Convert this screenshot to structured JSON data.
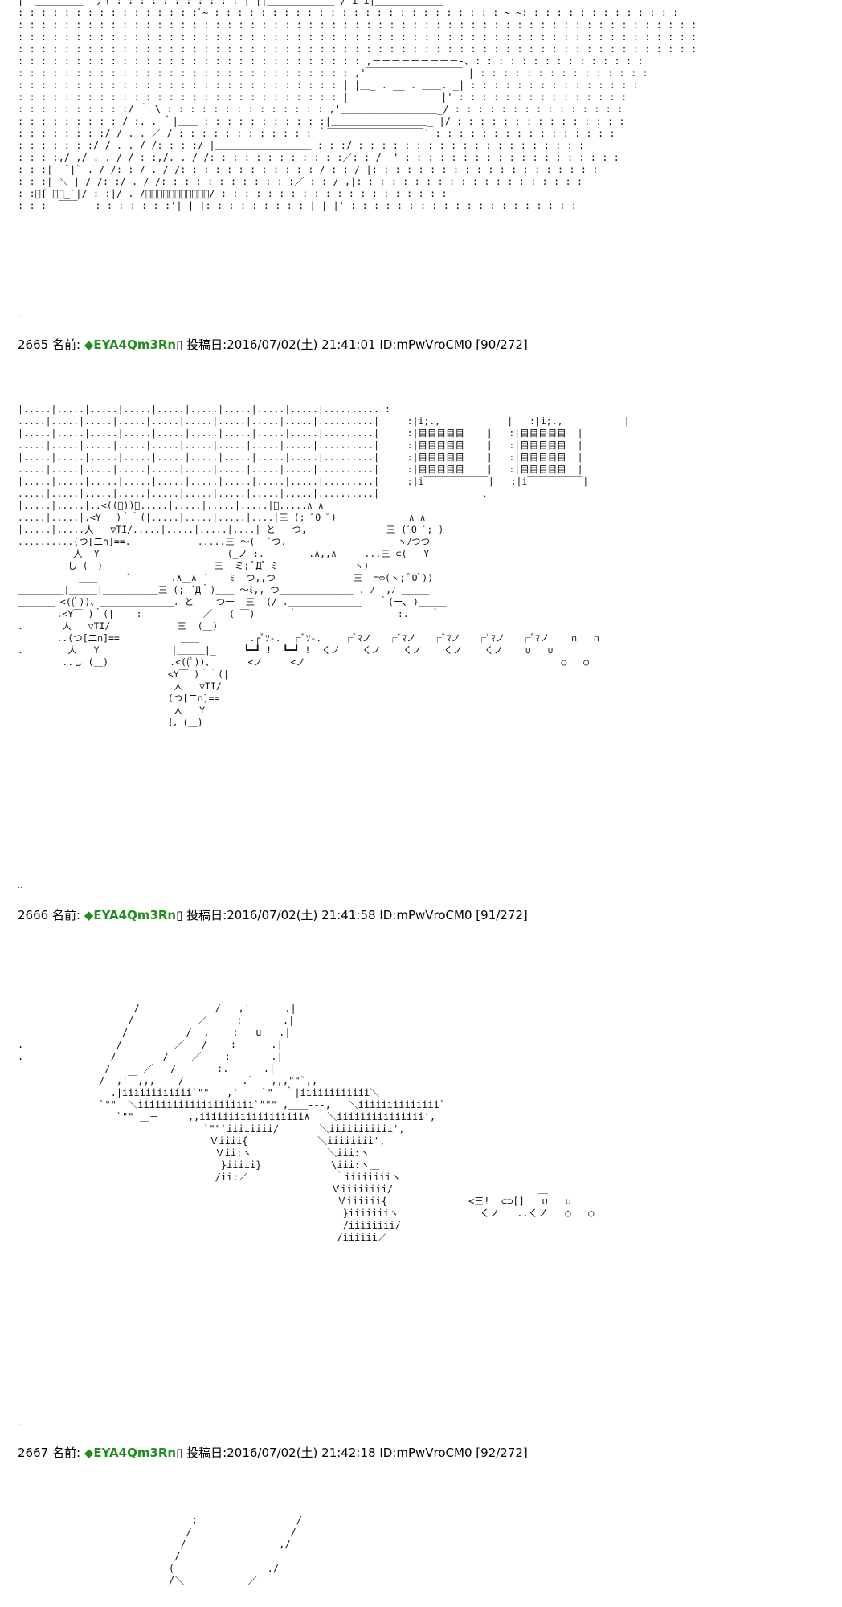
{
  "posts": [
    {
      "number": "2665",
      "name_label": "名前:",
      "trip": "◆EYA4Qm3Rn",
      "sep": "▯",
      "date_label": "投稿日:",
      "date": "2016/07/02(土) 21:41:01",
      "id": "ID:mPwVroCM0",
      "count": "[90/272]"
    },
    {
      "number": "2666",
      "name_label": "名前:",
      "trip": "◆EYA4Qm3Rn",
      "sep": "▯",
      "date_label": "投稿日:",
      "date": "2016/07/02(土) 21:41:58",
      "id": "ID:mPwVroCM0",
      "count": "[91/272]"
    },
    {
      "number": "2667",
      "name_label": "名前:",
      "trip": "◆EYA4Qm3Rn",
      "sep": "▯",
      "date_label": "投稿日:",
      "date": "2016/07/02(土) 21:42:18",
      "id": "ID:mPwVroCM0",
      "count": "[92/272]"
    }
  ],
  "art": {
    "block1": "|  ＿＿＿＿＿_|丿!_: : : : : : : : : : : |_||＿＿＿＿＿＿＿_/ i i|＿＿＿＿＿＿＿\n: : : : : : : : : : : : : : : :ﾞ~ : : : : : : : : : : : : : : : : : : : : : : : : : ~ ~: : : : : : : : : : : : : :\n: : : : : : : : : : : : : : : : : : : : : : : : : : : : : : : : : : : : : : : : : : : : : : : : : : : : : : : : : : :\n: : : : : : : : : : : : : : : : : : : : : : : : : : : : : : : : : : : : : : : : : : : : : : : : : : : : : : : : : : :\n: : : : : : : : : : : : : : : : : : : : : : : : : : : : : : : : : : : : : : : : : : : : : : : : : : : : : : : : : : :\n: : : : : : : : : : : : : : : : : : : : : : : : : : : : : : ,－－－－－－－－－-､ : : : : : : : : : : : : : : :\n: : : : : : : : : : : : : : : : : : : : : : : : : : : : : ,'￣￣￣￣￣￣￣￣￣￣ | : : : : : : : : : : : : : : :\n: : : : : : : : : : : : : : : : : : : : : : : : : : : : | |＿_ . __ . ＿＿. _| : : : : : : : : : : : : : : :\n: : : : : : : : : : : : : : : : : : : : : : : : : : : : |￣￣￣￣￣￣￣￣￣ |' : : : : : : : : : : : : : : :\n: : : : : : : : : :/ ｀ \\ : : : : : : : : : : : : : : ,'＿＿＿＿＿＿＿＿＿＿_/ : : : : : : : : : : : : : : :\n: : : : : : : : : / :. . ｀|＿＿ : : : : : : : : : : :|＿＿＿＿＿＿＿＿＿＿_ |/ : : : : : : : : : : : : : : :\n: : : : : : : :/ / . . ／ / : : : : : : : : : : : : ｀￣￣￣￣￣￣￣￣￣￣´ : : : : : : : : : : : : : : : :\n: : : : : : :/ / . . / /: : : :/ |＿＿＿＿＿＿＿＿＿＿ : : :/ : : : : : : : : : : : : : : : : : : : :\n: : : :,/ ,/ . . / / : :,/. . / /: : : : : : : : : : : :／: : / |' : : : : : : : : : : : : : : : : : : :\n: : :|  ̄ |` . / /: : / . / /: : : : : : : : : : : : / : : / |: : : : : : : : : : : : : : : : : : : :\n: : :| ＼ | / /: :/ . / /: : : : : : : : : : : :／ : : / ,|: : : : : : : : : : : : : : : : : : : :\n: :ﾞ{ ＿＿_`|/ : :|/ . /＿＿＿＿＿＿＿＿＿＿＿/ : : : : : : : : : : : : : : : : : : : :\n: : :  ￣￣   : : : : : : :'|_|_|: : : : : : : : : |_|_|' : : : : : : : : : : : : : : : : : : : :",
    "block2": "|.....|.....|.....|.....|.....|.....|.....|.....|.....|..........|:\n.....|.....|.....|.....|.....|.....|.....|.....|.....|..........|     :|i;.,            |   :|i;.,           |\n|.....|.....|.....|.....|.....|.....|.....|.....|.....|.........|     :|目目目目目    |   :|目目目目目  |\n.....|.....|.....|.....|.....|.....|.....|.....|.....|..........|     :|目目目目目    |   :|目目目目目  |\n|.....|.....|.....|.....|.....|.....|.....|.....|.....|.........|     :|目目目目目    |   :|目目目目目  |\n.....|.....|.....|.....|.....|.....|.....|.....|.....|..........|     :|目目目目目    |   :|目目目目目  |\n|.....|.....|.....|.....|.....|.....|.....|.....|.....|.........|     :|i￣￣￣￣￣￣￣|   :|i￣￣￣￣￣￣|\n.....|.....|.....|.....|.....|.....|.....|.....|.....|..........|      ￣￣￣￣￣￣￣ 、     ￣￣￣￣￣￣\n|.....|.....|..<((ﾟ))、.....|.....|.....|.....|＼.....∧ ∧\n.....|.....|.<Y￣ )｀｀(|.....|.....|.....|....|三 (; ﾟO ﾟ)             ∧ ∧\n|.....|.....人   ▽TI/.....|.....|.....|....| と   つ,＿＿＿＿＿＿＿＿ 三 (ﾟO ﾟ; )  ＿＿＿＿＿＿＿\n..........(つ[二∩]==.            .....三 ～(  ´つ.                    ヽﾉつつ\n          人  Y                       (_ノ :.        .∧,,∧     ...三 ⊂(   Y\n         し (＿)                    三  ミ; ﾟДﾟ ﾐ              ヽ)\n           ＿＿      ﾞ       .∧＿∧ ´    ﾐ  つ,,つ              三  =∞(ヽ; ﾟOﾟ))\n＿＿＿＿＿|＿＿＿|＿＿＿＿＿＿三 (; ´Д｀)＿＿ ～ﾐ,, つ＿＿＿＿＿＿＿＿ . ﾉ  ,ﾉ ＿＿＿\n＿＿＿＿ <((ﾟ))、＿＿＿＿＿＿＿＿. と    つ一  三  (/ .＿＿＿＿＿＿＿＿   ｀(ー､_)＿＿＿\n       .<Y￣ )｀(|    :           ／   ( ￣)      ｀                  :.    ｀\n.       人   ▽TI/            三  (＿)\n       ..(つ[二∩]==           ＿＿         .┌ﾞｿ-.  ┌ﾞｿ-.    ┌ﾞﾏノ   ┌ﾞﾏノ   ┌ﾞﾏノ   ┌ﾞﾏノ   ┌ﾞﾏノ    ∩   ∩\n.        人   Y             |＿＿＿|_     ┗━┛ !  ┗━┛ !  くノ    くノ    くノ    くノ    くノ    ∪   ∪\n        ..し (＿)           .<((ﾟ))、      <ノ     <ノ                                              ○   ○\n                           <Y￣ )｀｀(|\n                            人   ▽TI/\n                           (つ[二∩]==\n                            人   Y\n                           し (＿)",
    "block3": "                    /             /   ,'      .|\n                   /           ／     :       .|\n                  /          /  ,    :   u   .|\n.                /         ／   /    :      .|\n.               /        /    ／    :       .|\n               /  ＿  ／   /       :.      .|\n              /  ,'￣,,,    /          .`   ,,,\"\"`,,\n             |  .|iiiiiiiiiiii`\"\"   ,'    `\"  ｀|iiiiiiiiiiii＼\n              `\"\"  ＼iiiiiiiiiiiiiiiiiiii`\"\"\" ,＿＿---,   ＼iiiiiiiiiiiiii`\n                 `\"\" ＿－     ,,iiiiiiiiiiiiiiiiii∧   ＼iiiiiiiiiiiiiii',\n                                `\"\"`iiiiiiii/       ＼iiiiiiiiiii',\n                                 Ｖiiii{            ＼iiiiiiii',\n                                  Ｖii:ヽ             ＼iii:ヽ\n                                   }iiiii}            \\iii:ヽ＿\n                                  /ii:／               ｀iiiiiiiiヽ\n                                                      Ｖiiiiiiii/                         ＿\n                                                       Ｖiiiiii{              <三!  ⊂⊃[]   ∪   ∪\n                                                        }iiiiiiiヽ              くノ   ..くノ   ○   ○\n                                                        /iiiiiiii/\n                                                       /iiiiii／",
    "block4": "                              ;             |   /\n                             /              |  /\n                            /               |,/\n                           /                |\n                          (                ./\n                          /＼           ／"
  },
  "marks": {
    "m1": "..",
    "m2": "..",
    "m3": ".."
  }
}
